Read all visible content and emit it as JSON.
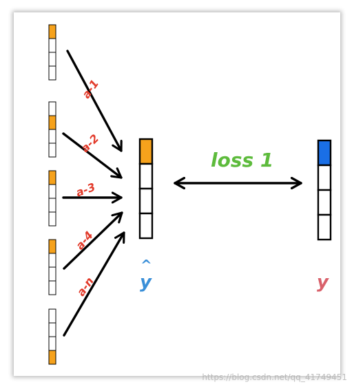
{
  "diagram": {
    "weight_labels": [
      "a-1",
      "a-2",
      "a-3",
      "a-4",
      "a-n"
    ],
    "loss_label": "loss 1",
    "prediction_label": "y",
    "prediction_hat": "^",
    "target_label": "y",
    "one_hot_vectors": [
      {
        "active_index": 0
      },
      {
        "active_index": 1
      },
      {
        "active_index": 0
      },
      {
        "active_index": 0
      },
      {
        "active_index": 3
      }
    ],
    "prediction_vector": {
      "active_index": 0
    },
    "target_vector": {
      "active_index": 0
    }
  },
  "colors": {
    "orange": "#f6a21c",
    "blue": "#1a6fe6",
    "arrow": "#000000",
    "weight_label": "#e23a2a",
    "loss_label": "#5dbb3c",
    "prediction_label": "#3a8fd8",
    "target_label": "#d9606a"
  },
  "watermark": "https://blog.csdn.net/qq_41749451"
}
